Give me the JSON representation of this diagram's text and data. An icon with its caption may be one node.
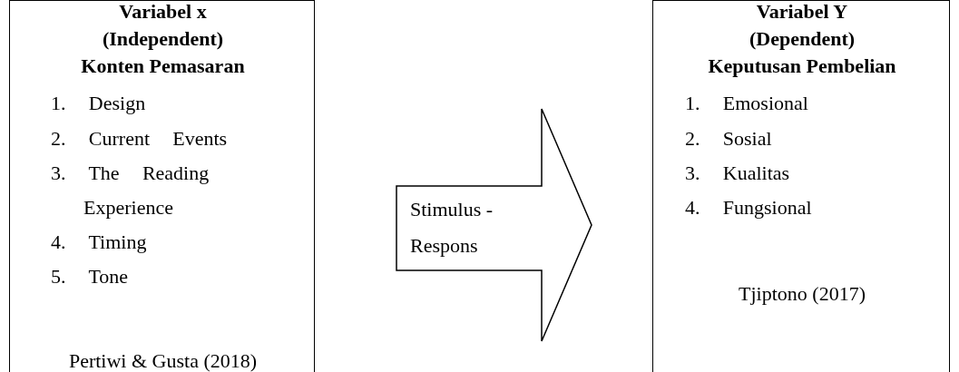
{
  "diagram": {
    "nodes": [
      {
        "text": [
          "Variabel x",
          "(Independent)",
          "Konten Pemasaran",
          "1. Design",
          "2. Current Events",
          "3. The Reading Experience",
          "4. Timing",
          "5. Tone",
          "Pertiwi & Gusta (2018)"
        ]
      },
      {
        "text": [
          "Stimulus - Respons"
        ]
      },
      {
        "text": [
          "Variabel Y",
          "(Dependent)",
          "Keputusan Pembelian",
          "1. Emosional",
          "2. Sosial",
          "3. Kualitas",
          "4. Fungsional",
          "Tjiptono (2017)"
        ]
      }
    ]
  }
}
